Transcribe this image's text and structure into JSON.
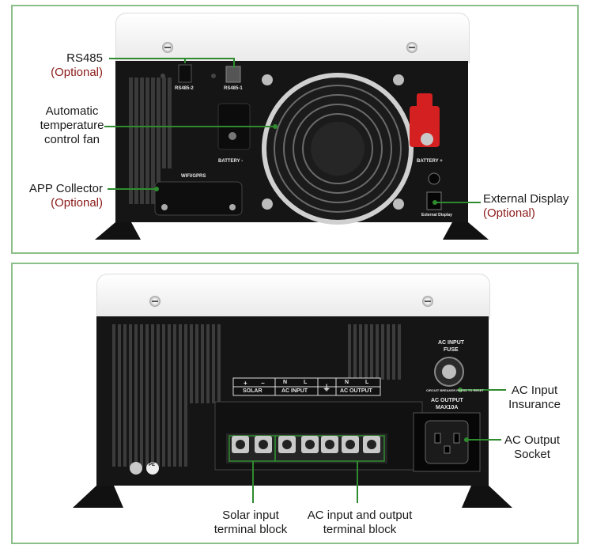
{
  "top_panel": {
    "rs485": {
      "title": "RS485",
      "optional": "(Optional)"
    },
    "fan": {
      "line1": "Automatic",
      "line2": "temperature",
      "line3": "control fan"
    },
    "app": {
      "title": "APP Collector",
      "optional": "(Optional)"
    },
    "display": {
      "title": "External Display",
      "optional": "(Optional)"
    },
    "device_labels": {
      "rs485_2": "RS485-2",
      "rs485_1": "RS485-1",
      "battery_neg": "BATTERY -",
      "battery_pos": "BATTERY +",
      "wifi": "WIFI/GPRS",
      "ext_display": "External Display"
    }
  },
  "bottom_panel": {
    "ac_insurance": {
      "line1": "AC Input",
      "line2": "Insurance"
    },
    "ac_socket": {
      "line1": "AC Output",
      "line2": "Socket"
    },
    "solar_block": {
      "line1": "Solar input",
      "line2": "terminal block"
    },
    "ac_block": {
      "line1": "AC input and output",
      "line2": "terminal block"
    },
    "device_labels": {
      "fuse_line1": "AC INPUT",
      "fuse_line2": "FUSE",
      "breaker_text": "CIRCUIT BREAKER PRESS TO RESET",
      "output_line1": "AC OUTPUT",
      "output_line2": "MAX10A",
      "pe": "PE",
      "plus": "+",
      "minus": "−",
      "n1": "N",
      "l1": "L",
      "n2": "N",
      "l2": "L",
      "solar": "SOLAR",
      "ac_input": "AC INPUT",
      "ac_output": "AC OUTPUT"
    }
  },
  "colors": {
    "border": "#8cc08a",
    "leader": "#2e8b2e",
    "optional": "#8b1a1a",
    "red_terminal": "#d42020"
  }
}
